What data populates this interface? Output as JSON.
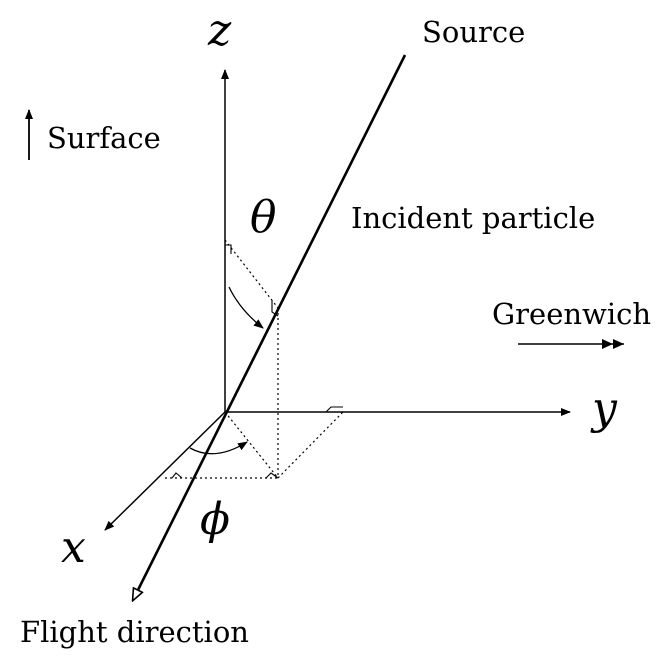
{
  "labels": {
    "z_axis": "z",
    "y_axis": "y",
    "x_axis": "x",
    "theta": "θ",
    "phi": "ϕ",
    "source": "Source",
    "incident_particle": "Incident particle",
    "surface": "Surface",
    "greenwich": "Greenwich",
    "flight_direction": "Flight direction"
  },
  "colors": {
    "ink": "#000000",
    "background": "#ffffff"
  }
}
